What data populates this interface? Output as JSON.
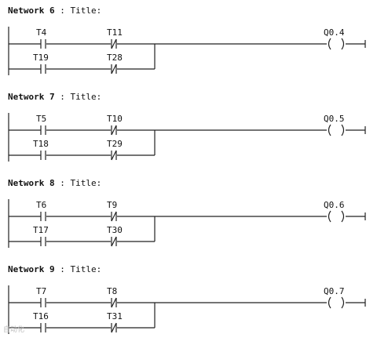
{
  "networks": [
    {
      "label": "Network",
      "number": "6",
      "title": ": Title:",
      "contacts": [
        {
          "name": "T4",
          "type": "NO"
        },
        {
          "name": "T11",
          "type": "NC"
        },
        {
          "name": "T19",
          "type": "NO"
        },
        {
          "name": "T28",
          "type": "NC"
        }
      ],
      "coil": {
        "name": "Q0.4",
        "symbol": "( )"
      }
    },
    {
      "label": "Network",
      "number": "7",
      "title": ": Title:",
      "contacts": [
        {
          "name": "T5",
          "type": "NO"
        },
        {
          "name": "T10",
          "type": "NC"
        },
        {
          "name": "T18",
          "type": "NO"
        },
        {
          "name": "T29",
          "type": "NC"
        }
      ],
      "coil": {
        "name": "Q0.5",
        "symbol": "( )"
      }
    },
    {
      "label": "Network",
      "number": "8",
      "title": ": Title:",
      "contacts": [
        {
          "name": "T6",
          "type": "NO"
        },
        {
          "name": "T9",
          "type": "NC"
        },
        {
          "name": "T17",
          "type": "NO"
        },
        {
          "name": "T30",
          "type": "NC"
        }
      ],
      "coil": {
        "name": "Q0.6",
        "symbol": "( )"
      }
    },
    {
      "label": "Network",
      "number": "9",
      "title": ": Title:",
      "contacts": [
        {
          "name": "T7",
          "type": "NO"
        },
        {
          "name": "T8",
          "type": "NC"
        },
        {
          "name": "T16",
          "type": "NO"
        },
        {
          "name": "T31",
          "type": "NC"
        }
      ],
      "coil": {
        "name": "Q0.7",
        "symbol": "( )"
      }
    }
  ],
  "watermark": "自动化"
}
